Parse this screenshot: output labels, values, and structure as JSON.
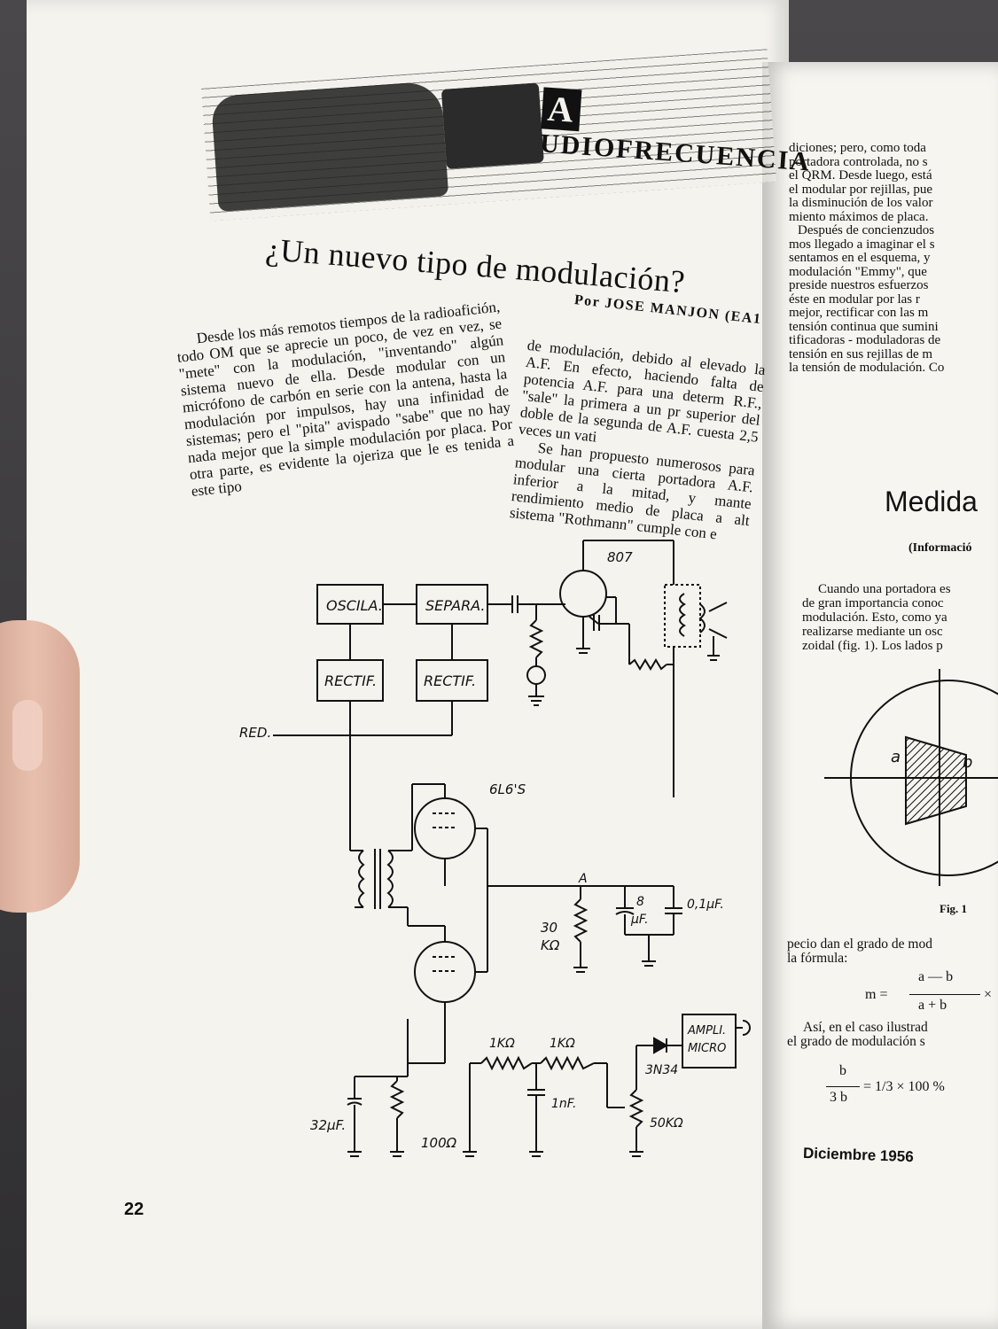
{
  "banner": {
    "cap": "A",
    "title_rest": "UDIOFRECUENCIA"
  },
  "article": {
    "title": "¿Un nuevo tipo de modulación?",
    "byline": "Por JOSE MANJON (EA1",
    "col1": "Desde los más remotos tiempos de la radioafición, todo OM que se aprecie un poco, de vez en vez, se \"mete\" con la modulación, \"inventando\" algún sistema nuevo de ella. Desde modular con un micrófono de carbón en serie con la antena, hasta la modulación por impulsos, hay una infinidad de sistemas; pero el \"pita\" avispado \"sabe\" que no hay nada mejor que la simple modulación por placa. Por otra parte, es evidente la ojeriza que le es tenida a este tipo",
    "col2_p1": "de modulación, debido al elevado la A.F. En efecto, haciendo falta de potencia A.F. para una determ R.F., \"sale\" la primera a un pr superior del doble de la segunda de A.F. cuesta 2,5 veces un vati",
    "col2_p2": "Se han propuesto numerosos para modular una cierta portadora A.F. inferior a la mitad, y mante rendimiento medio de placa a alt sistema \"Rothmann\" cumple con e"
  },
  "schematic_labels": {
    "oscila": "OSCILA.",
    "separa": "SEPARA.",
    "rectif1": "RECTIF.",
    "rectif2": "RECTIF.",
    "red": "RED.",
    "tube_807": "807",
    "tubes_6l6": "6L6'S",
    "node_a": "A",
    "r30_a": "30",
    "r30_b": "KΩ",
    "c8_a": "8",
    "c8_b": "µF.",
    "c01": "0,1µF.",
    "r1k_a": "1KΩ",
    "r1k_b": "1KΩ",
    "c1nf": "1nF.",
    "c32": "32µF.",
    "r100": "100Ω",
    "r50k": "50KΩ",
    "diode": "3N34",
    "ampli_a": "AMPLI.",
    "ampli_b": "MICRO"
  },
  "page_number": "22",
  "right_page": {
    "col3_lines": [
      "diciones; pero, como toda",
      "portadora controlada, no s",
      "el QRM. Desde luego, está",
      "el modular por rejillas, pue",
      "la disminución de los valor",
      "miento máximos de placa.",
      "Después de concienzudos",
      "mos llegado a imaginar el s",
      "sentamos en el esquema, y",
      "modulación \"Emmy\", que",
      "preside nuestros esfuerzos",
      "éste en modular por las r",
      "mejor, rectificar con las m",
      "tensión continua que sumini",
      "tificadoras - moduladoras de",
      "tensión en sus rejillas de m",
      "la tensión de modulación. Co"
    ],
    "article2_title": "Medida",
    "article2_info": "(Informació",
    "col4_lines": [
      "Cuando una portadora es",
      "de gran importancia conoc",
      "modulación. Esto, como ya",
      "realizarse mediante un osc",
      "zoidal (fig. 1). Los lados p"
    ],
    "fig_label_a": "a",
    "fig_label_b": "b",
    "fig_caption": "Fig. 1",
    "col5_lines": [
      "pecio dan el grado de mod",
      "la fórmula:"
    ],
    "formula1_lhs": "m =",
    "formula1_num": "a — b",
    "formula1_den": "a + b",
    "formula1_times": "×",
    "col6_lines": [
      "Así, en el caso ilustrad",
      "el grado de modulación s"
    ],
    "formula2_num": "b",
    "formula2_den": "3 b",
    "formula2_rest": "= 1/3 × 100 %",
    "date": "Diciembre 1956"
  }
}
